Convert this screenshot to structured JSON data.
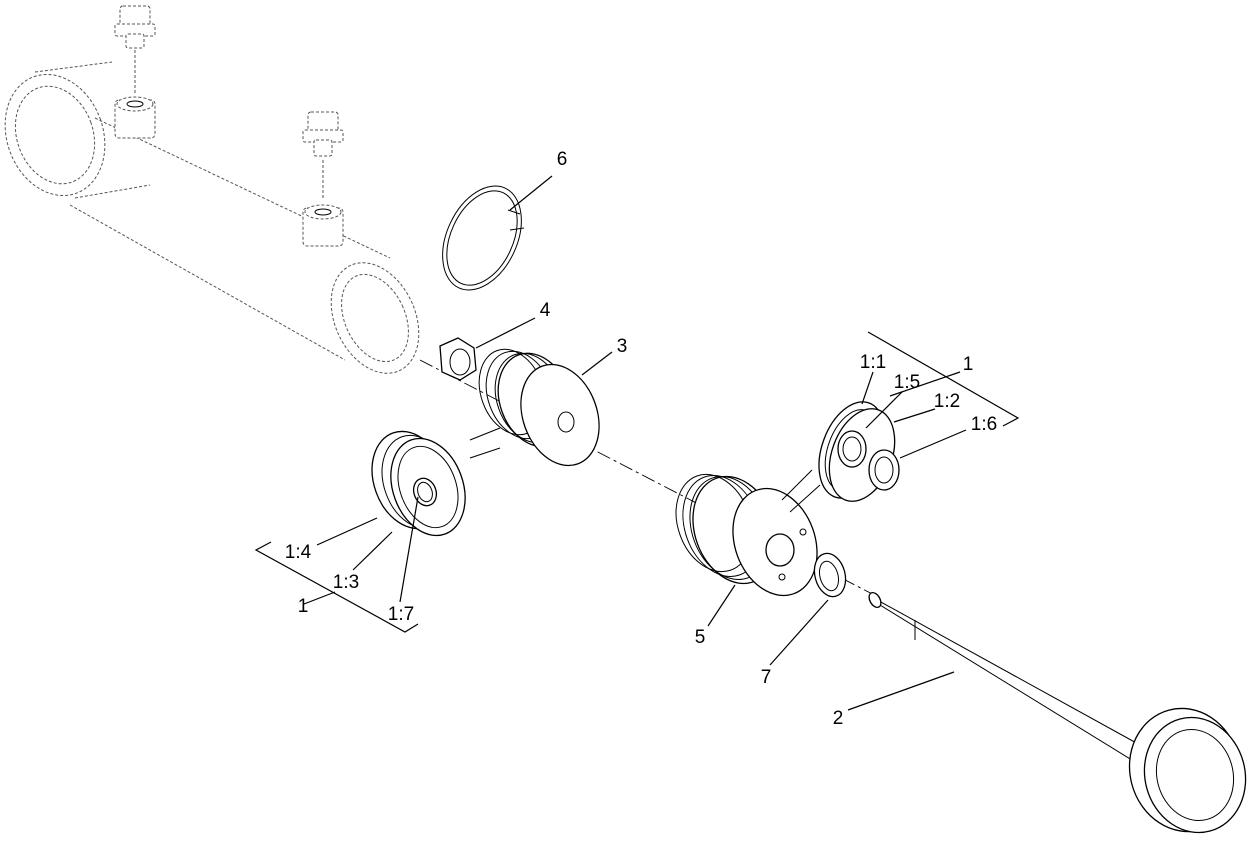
{
  "callouts": {
    "c6": "6",
    "c4": "4",
    "c3": "3",
    "c1_right": "1",
    "c1_1": "1:1",
    "c1_5": "1:5",
    "c1_2": "1:2",
    "c1_6": "1:6",
    "c1_4": "1:4",
    "c1_3": "1:3",
    "c1_left": "1",
    "c1_7": "1:7",
    "c5": "5",
    "c7": "7",
    "c2": "2"
  },
  "colors": {
    "line": "#000000",
    "ghost": "#555555",
    "background": "#ffffff"
  }
}
